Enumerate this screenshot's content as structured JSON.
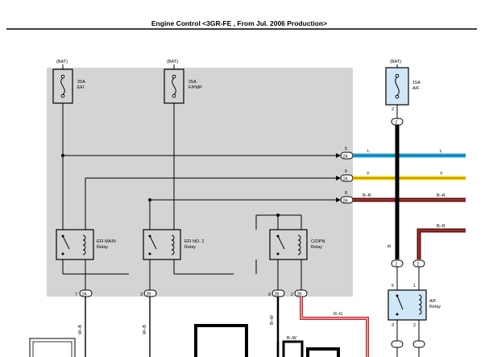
{
  "title": "Engine Control <3GR-FE , From Jul. 2006 Production>",
  "fuses": [
    {
      "supply": "(BAT)",
      "rating": "25A",
      "name": "EFI"
    },
    {
      "supply": "(BAT)",
      "rating": "25A",
      "name": "F/PMP"
    },
    {
      "supply": "(BAT)",
      "rating": "15A",
      "name": "A/F"
    }
  ],
  "relays": [
    {
      "name_line1": "EFI MAIN",
      "name_line2": "Relay"
    },
    {
      "name_line1": "EFI NO. 2",
      "name_line2": "Relay"
    },
    {
      "name_line1": "C/OPN",
      "name_line2": "Relay"
    },
    {
      "name_line1": "A/F",
      "name_line2": "Relay"
    }
  ],
  "connectors": {
    "pin5": "5",
    "pin6": "6",
    "pin8": "8",
    "pin7": "7",
    "pin3": "3",
    "pin2": "2",
    "pin1": "1",
    "c2a": "2A",
    "c2b": "2B",
    "c2": "2"
  },
  "wires": {
    "blue": {
      "label": "L",
      "color": "#1ea7e1"
    },
    "yellow": {
      "label": "Y",
      "color": "#f5d300"
    },
    "black_red": {
      "label": "B–R",
      "color": "#5a1010"
    },
    "black_red2": {
      "label": "B–R",
      "color": "#b01818"
    },
    "red_green": {
      "label": "R–G",
      "color": "#c8262d"
    },
    "black_w": {
      "label": "B–W",
      "color": "#000000"
    },
    "white_black": {
      "label": "W–B",
      "color": "#000000"
    },
    "black": {
      "label": "B",
      "color": "#000000"
    }
  },
  "colors": {
    "panel": "#d4d4d4",
    "fuse_box_fill": "#cfe7f7"
  }
}
